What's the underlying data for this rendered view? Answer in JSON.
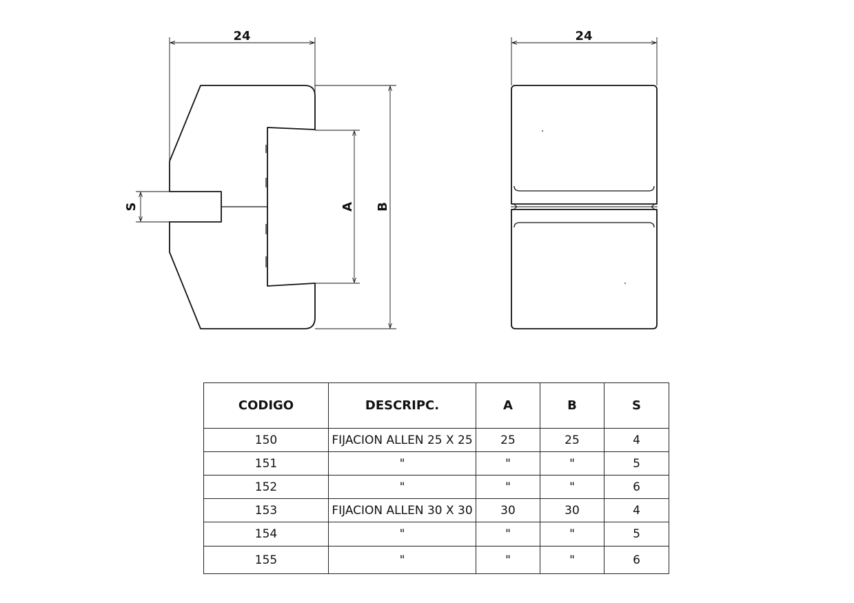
{
  "drawing": {
    "side_view": {
      "width_label": "24",
      "s_label": "S",
      "a_label": "A",
      "b_label": "B"
    },
    "front_view": {
      "width_label": "24"
    }
  },
  "table": {
    "headers": [
      "CODIGO",
      "DESCRIPC.",
      "A",
      "B",
      "S"
    ],
    "rows": [
      [
        "150",
        "FIJACION ALLEN 25 X 25",
        "25",
        "25",
        "4"
      ],
      [
        "151",
        "\"",
        "\"",
        "\"",
        "5"
      ],
      [
        "152",
        "\"",
        "\"",
        "\"",
        "6"
      ],
      [
        "153",
        "FIJACION ALLEN 30 X 30",
        "30",
        "30",
        "4"
      ],
      [
        "154",
        "\"",
        "\"",
        "\"",
        "5"
      ],
      [
        "155",
        "\"",
        "\"",
        "\"",
        "6"
      ]
    ]
  }
}
